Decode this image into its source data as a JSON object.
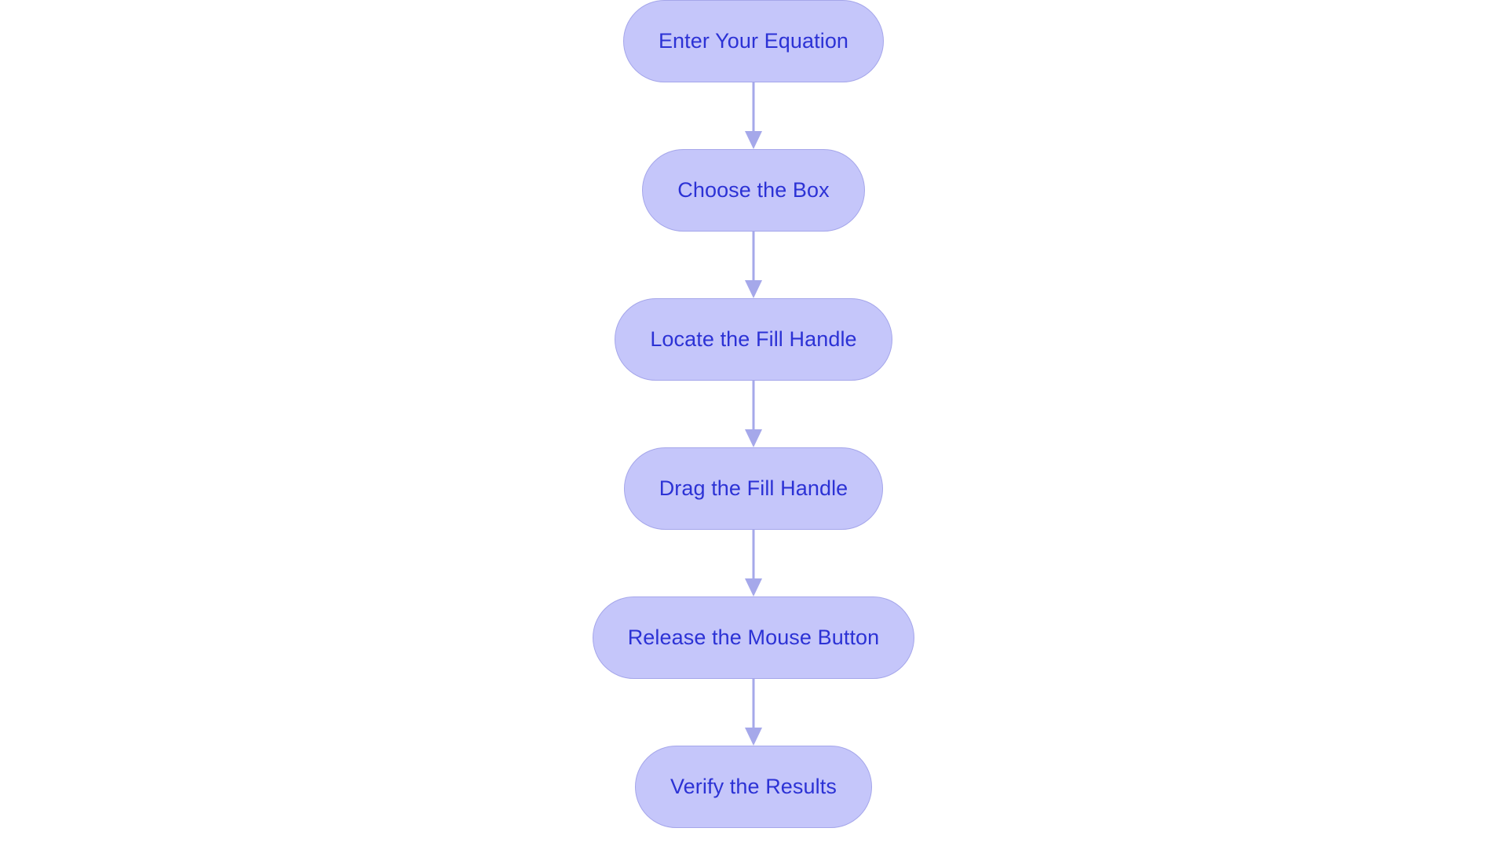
{
  "diagram": {
    "type": "flowchart",
    "orientation": "vertical-top-to-bottom",
    "background_color": "#ffffff",
    "node_fill_color": "#c5c6fa",
    "node_border_color": "#a5a6ea",
    "node_text_color": "#2c32d5",
    "connector_color": "#a5a8ea",
    "node_shape": "rounded-pill",
    "nodes": [
      {
        "id": "step-1",
        "label": "Enter Your Equation"
      },
      {
        "id": "step-2",
        "label": "Choose the Box"
      },
      {
        "id": "step-3",
        "label": "Locate the Fill Handle"
      },
      {
        "id": "step-4",
        "label": "Drag the Fill Handle"
      },
      {
        "id": "step-5",
        "label": "Release the Mouse Button"
      },
      {
        "id": "step-6",
        "label": "Verify the Results"
      }
    ],
    "connectors": [
      {
        "id": "arrow-1",
        "from": "step-1",
        "to": "step-2",
        "icon": "arrow-down-icon"
      },
      {
        "id": "arrow-2",
        "from": "step-2",
        "to": "step-3",
        "icon": "arrow-down-icon"
      },
      {
        "id": "arrow-3",
        "from": "step-3",
        "to": "step-4",
        "icon": "arrow-down-icon"
      },
      {
        "id": "arrow-4",
        "from": "step-4",
        "to": "step-5",
        "icon": "arrow-down-icon"
      },
      {
        "id": "arrow-5",
        "from": "step-5",
        "to": "step-6",
        "icon": "arrow-down-icon"
      }
    ]
  }
}
